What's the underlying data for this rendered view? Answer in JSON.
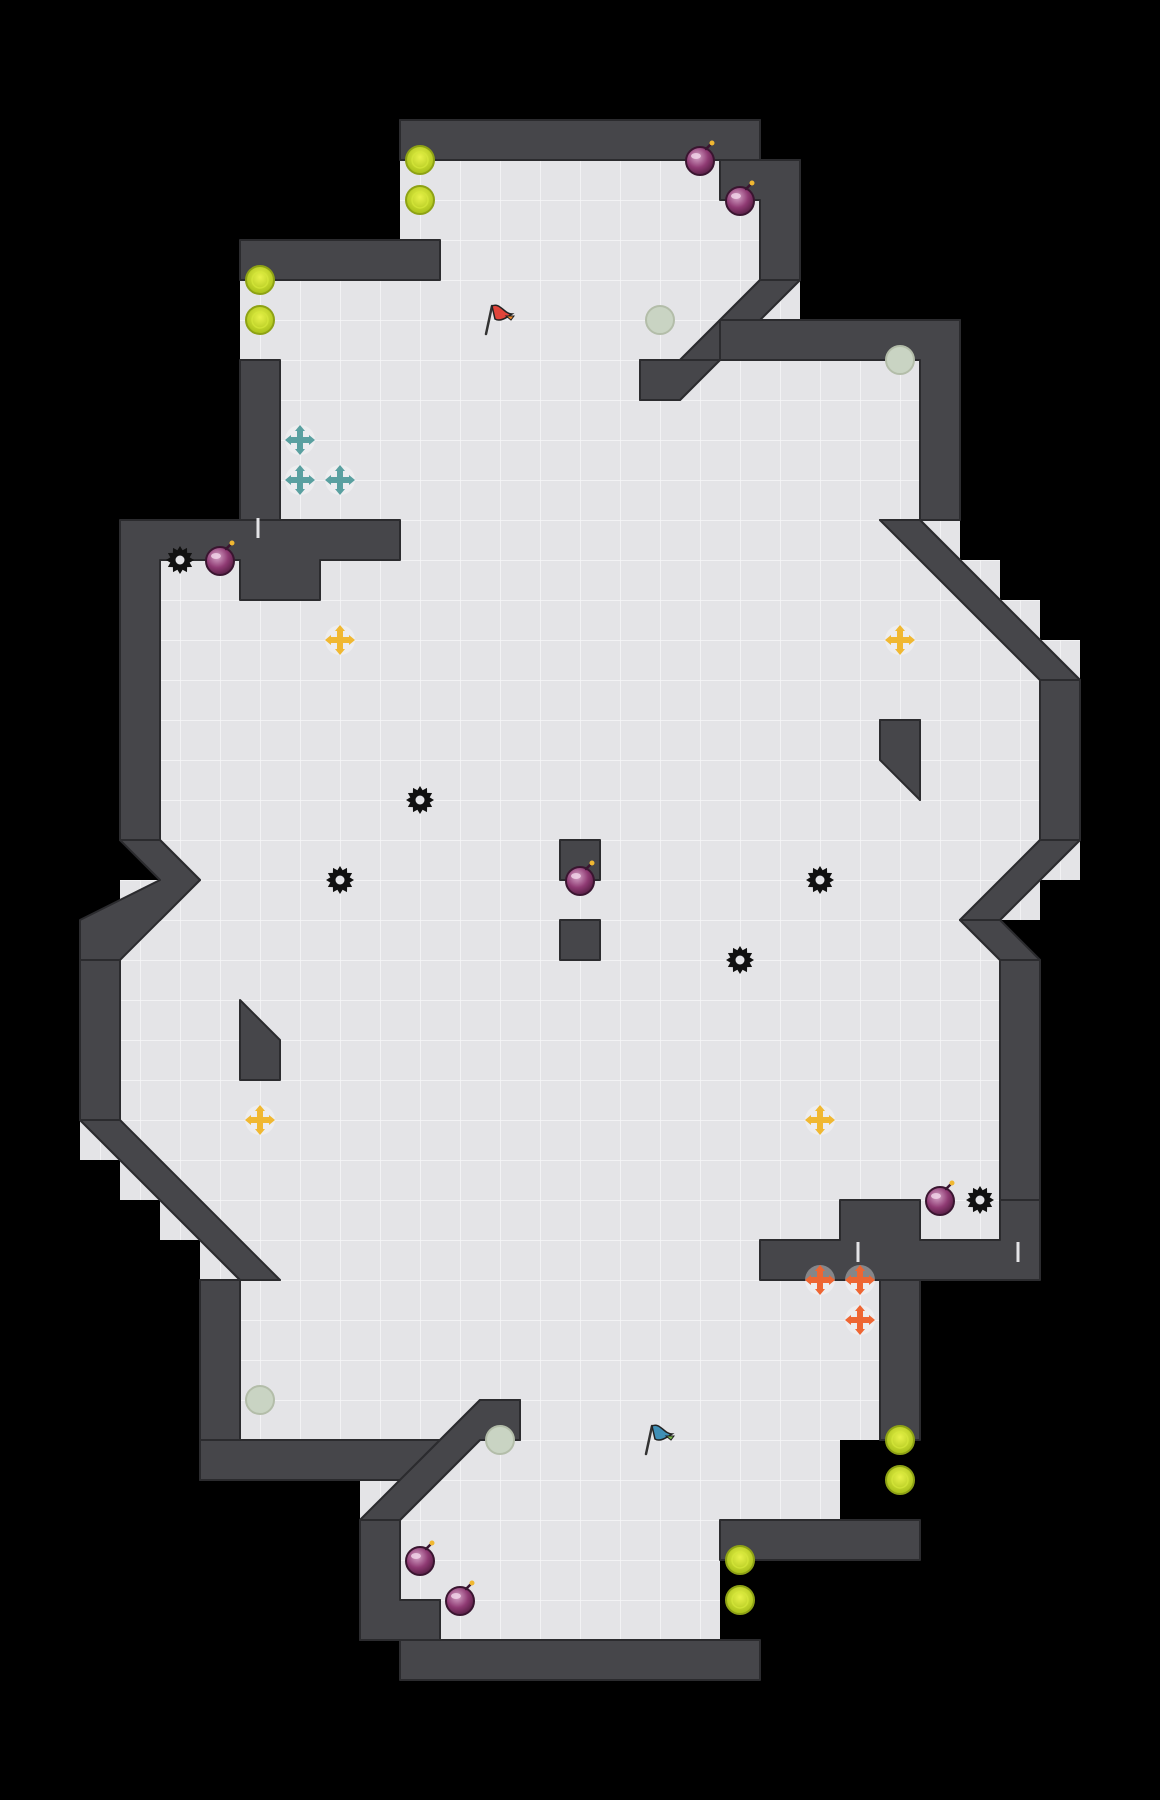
{
  "map": {
    "colors": {
      "background": "#000000",
      "floor": "#e4e4e7",
      "floor_light": "#efeff1",
      "grid_line": "#f7f7f8",
      "wall": "#46464a",
      "wall_edge": "#2b2b2e",
      "team_red": "#e0443a",
      "team_blue": "#3f8fb6",
      "boost_pad": "#c8d828",
      "bomb": "#9a3f78",
      "spike": "#111111",
      "neutral_button": "#c9d4c3",
      "powerup_teal": "#5aa0a0",
      "powerup_yellow": "#f0b832",
      "powerup_orange": "#ee6633"
    },
    "flags": [
      {
        "team": "red",
        "icon": "red-flag-icon",
        "cell": [
          12,
          8
        ]
      },
      {
        "team": "blue",
        "icon": "blue-flag-icon",
        "cell": [
          16,
          36
        ]
      }
    ],
    "boost_pads": [
      [
        10,
        4
      ],
      [
        10,
        5
      ],
      [
        6,
        7
      ],
      [
        6,
        8
      ],
      [
        22,
        36
      ],
      [
        22,
        37
      ],
      [
        18,
        39
      ],
      [
        18,
        40
      ]
    ],
    "bombs": [
      [
        17,
        4
      ],
      [
        18,
        5
      ],
      [
        5,
        14
      ],
      [
        14,
        22
      ],
      [
        23,
        30
      ],
      [
        10,
        39
      ],
      [
        11,
        40
      ]
    ],
    "spikes": [
      [
        4,
        14
      ],
      [
        10,
        20
      ],
      [
        8,
        22
      ],
      [
        20,
        22
      ],
      [
        18,
        24
      ],
      [
        24,
        30
      ]
    ],
    "neutral_buttons": [
      [
        16,
        8
      ],
      [
        22,
        9
      ],
      [
        6,
        35
      ],
      [
        12,
        36
      ]
    ],
    "powerups": [
      {
        "color": "teal",
        "cells": [
          [
            7,
            11
          ],
          [
            7,
            12
          ],
          [
            8,
            12
          ]
        ]
      },
      {
        "color": "yellow",
        "cells": [
          [
            8,
            16
          ],
          [
            22,
            16
          ],
          [
            6,
            28
          ],
          [
            20,
            28
          ]
        ]
      },
      {
        "color": "orange",
        "cells": [
          [
            20,
            32
          ],
          [
            21,
            32
          ],
          [
            21,
            33
          ]
        ]
      }
    ]
  }
}
